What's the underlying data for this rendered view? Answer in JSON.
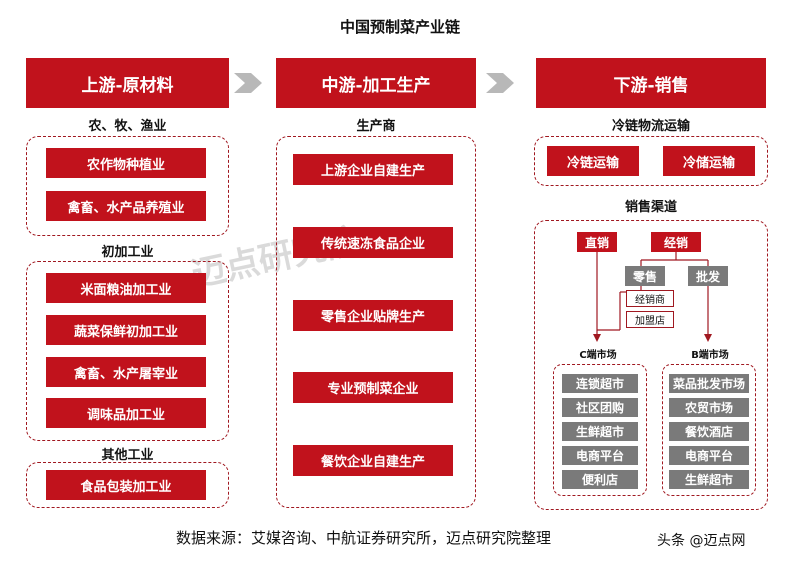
{
  "title": "中国预制菜产业链",
  "upstream": {
    "header": "上游-原材料",
    "group1_label": "农、牧、渔业",
    "group1_items": [
      "农作物种植业",
      "禽畜、水产品养殖业"
    ],
    "group2_label": "初加工业",
    "group2_items": [
      "米面粮油加工业",
      "蔬菜保鲜初加工业",
      "禽畜、水产屠宰业",
      "调味品加工业"
    ],
    "group3_label": "其他工业",
    "group3_items": [
      "食品包装加工业"
    ]
  },
  "midstream": {
    "header": "中游-加工生产",
    "label": "生产商",
    "items": [
      "上游企业自建生产",
      "传统速冻食品企业",
      "零售企业贴牌生产",
      "专业预制菜企业",
      "餐饮企业自建生产"
    ]
  },
  "downstream": {
    "header": "下游-销售",
    "logistics_label": "冷链物流运输",
    "logistics_items": [
      "冷链运输",
      "冷储运输"
    ],
    "channels_label": "销售渠道",
    "direct": "直销",
    "distribution": "经销",
    "retail": "零售",
    "wholesale": "批发",
    "intermediaries": [
      "经销商",
      "加盟店"
    ],
    "c_market_label": "C端市场",
    "b_market_label": "B端市场",
    "c_market_items": [
      "连锁超市",
      "社区团购",
      "生鲜超市",
      "电商平台",
      "便利店"
    ],
    "b_market_items": [
      "菜品批发市场",
      "农贸市场",
      "餐饮酒店",
      "电商平台",
      "生鲜超市"
    ]
  },
  "watermark": "迈点研究院",
  "source": "数据来源：艾媒咨询、中航证券研究所，迈点研究院整理",
  "attribution": "头条 @迈点网",
  "colors": {
    "accent": "#c1121c",
    "gray": "#7a7a7a"
  }
}
